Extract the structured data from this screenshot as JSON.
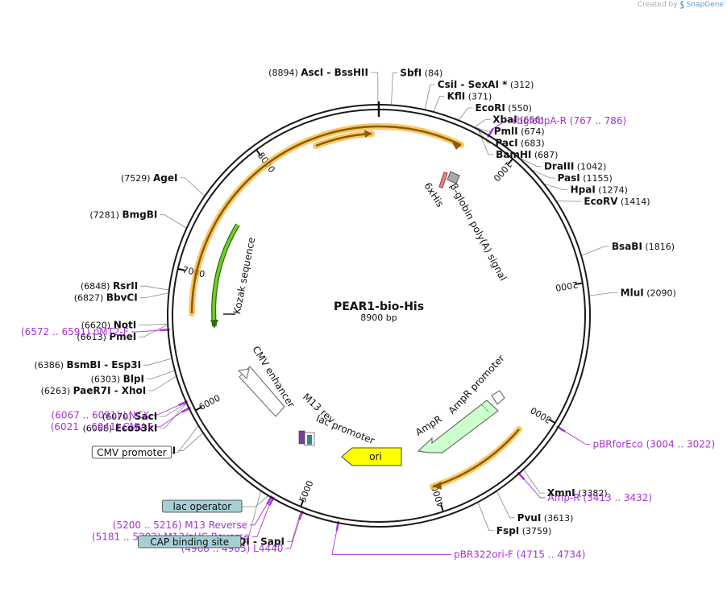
{
  "credit": {
    "prefix": "Created by",
    "brand": "SnapGene"
  },
  "plasmid": {
    "name": "PEAR1-bio-His",
    "size_label": "8900 bp",
    "length": 8900
  },
  "ticks": [
    {
      "pos": 1000,
      "label": "1000"
    },
    {
      "pos": 2000,
      "label": "2000"
    },
    {
      "pos": 3000,
      "label": "3000"
    },
    {
      "pos": 4000,
      "label": "4000"
    },
    {
      "pos": 5000,
      "label": "5000"
    },
    {
      "pos": 6000,
      "label": "6000"
    },
    {
      "pos": 7000,
      "label": "7000"
    },
    {
      "pos": 8000,
      "label": "8000"
    }
  ],
  "enzymes": [
    {
      "pos": 8894,
      "names": [
        "AscI",
        "BssHII"
      ],
      "pos_label": "(8894)",
      "side": "left"
    },
    {
      "pos": 84,
      "names": [
        "SbfI"
      ],
      "pos_label": "(84)",
      "side": "right"
    },
    {
      "pos": 312,
      "names": [
        "CsiI",
        "SexAI *"
      ],
      "pos_label": "(312)",
      "side": "right"
    },
    {
      "pos": 371,
      "names": [
        "KflI"
      ],
      "pos_label": "(371)",
      "side": "right"
    },
    {
      "pos": 550,
      "names": [
        "EcoRI"
      ],
      "pos_label": "(550)",
      "side": "right"
    },
    {
      "pos": 666,
      "names": [
        "XbaI"
      ],
      "pos_label": "(666)",
      "side": "right"
    },
    {
      "pos": 674,
      "names": [
        "PmlI"
      ],
      "pos_label": "(674)",
      "side": "right"
    },
    {
      "pos": 683,
      "names": [
        "PacI"
      ],
      "pos_label": "(683)",
      "side": "right"
    },
    {
      "pos": 687,
      "names": [
        "BamHI"
      ],
      "pos_label": "(687)",
      "side": "right"
    },
    {
      "pos": 1042,
      "names": [
        "DraIII"
      ],
      "pos_label": "(1042)",
      "side": "right"
    },
    {
      "pos": 1155,
      "names": [
        "PasI"
      ],
      "pos_label": "(1155)",
      "side": "right"
    },
    {
      "pos": 1274,
      "names": [
        "HpaI"
      ],
      "pos_label": "(1274)",
      "side": "right"
    },
    {
      "pos": 1414,
      "names": [
        "EcoRV"
      ],
      "pos_label": "(1414)",
      "side": "right"
    },
    {
      "pos": 1816,
      "names": [
        "BsaBI"
      ],
      "pos_label": "(1816)",
      "side": "right"
    },
    {
      "pos": 2090,
      "names": [
        "MluI"
      ],
      "pos_label": "(2090)",
      "side": "right"
    },
    {
      "pos": 3382,
      "names": [
        "XmnI"
      ],
      "pos_label": "(3382)",
      "side": "right"
    },
    {
      "pos": 3613,
      "names": [
        "PvuI"
      ],
      "pos_label": "(3613)",
      "side": "right"
    },
    {
      "pos": 3759,
      "names": [
        "FspI"
      ],
      "pos_label": "(3759)",
      "side": "right"
    },
    {
      "pos": 4987,
      "names": [
        "BspQI",
        "SapI"
      ],
      "pos_label": "(4987)",
      "side": "left"
    },
    {
      "pos": 5842,
      "names": [
        "SnaBI"
      ],
      "pos_label": "(5842)",
      "side": "left"
    },
    {
      "pos": 6068,
      "names": [
        "Eco53kI"
      ],
      "pos_label": "(6068)",
      "side": "left"
    },
    {
      "pos": 6070,
      "names": [
        "SacI"
      ],
      "pos_label": "(6070)",
      "side": "left"
    },
    {
      "pos": 6263,
      "names": [
        "PaeR7I",
        "XhoI"
      ],
      "pos_label": "(6263)",
      "side": "left"
    },
    {
      "pos": 6303,
      "names": [
        "BlpI"
      ],
      "pos_label": "(6303)",
      "side": "left"
    },
    {
      "pos": 6386,
      "names": [
        "BsmBI",
        "Esp3I"
      ],
      "pos_label": "(6386)",
      "side": "left"
    },
    {
      "pos": 6613,
      "names": [
        "PmeI"
      ],
      "pos_label": "(6613)",
      "side": "left"
    },
    {
      "pos": 6620,
      "names": [
        "NotI"
      ],
      "pos_label": "(6620)",
      "side": "left"
    },
    {
      "pos": 6827,
      "names": [
        "BbvCI"
      ],
      "pos_label": "(6827)",
      "side": "left"
    },
    {
      "pos": 6848,
      "names": [
        "RsrII"
      ],
      "pos_label": "(6848)",
      "side": "left"
    },
    {
      "pos": 7281,
      "names": [
        "BmgBI"
      ],
      "pos_label": "(7281)",
      "side": "left"
    },
    {
      "pos": 7529,
      "names": [
        "AgeI"
      ],
      "pos_label": "(7529)",
      "side": "left"
    }
  ],
  "primers": [
    {
      "name": "rbglobpA-R",
      "range": "(767 .. 786)",
      "pos": 776,
      "side": "right"
    },
    {
      "name": "pBRforEco",
      "range": "(3004 .. 3022)",
      "pos": 3013,
      "side": "right"
    },
    {
      "name": "Amp-R",
      "range": "(3413 .. 3432)",
      "pos": 3422,
      "side": "right"
    },
    {
      "name": "pBR322ori-F",
      "range": "(4715 .. 4734)",
      "pos": 4724,
      "side": "right"
    },
    {
      "name": "L4440",
      "range": "(4968 .. 4985)",
      "pos": 4976,
      "side": "left"
    },
    {
      "name": "M13/pUC Reverse",
      "range": "(5181 .. 5203)",
      "pos": 5192,
      "side": "left"
    },
    {
      "name": "M13 Reverse",
      "range": "(5200 .. 5216)",
      "pos": 5208,
      "side": "left"
    },
    {
      "name": "CMV-F",
      "range": "(6021 .. 6041)",
      "pos": 6031,
      "side": "left"
    },
    {
      "name": "LNCX",
      "range": "(6067 .. 6091)",
      "pos": 6079,
      "side": "left"
    },
    {
      "name": "pMT2-F",
      "range": "(6572 .. 6591)",
      "pos": 6581,
      "side": "left"
    }
  ],
  "boxed_features": [
    {
      "label": "CMV promoter",
      "fill": "#ffffff",
      "pos": 5900
    },
    {
      "label": "lac operator",
      "fill": "#a6cfd5",
      "pos": 5230
    },
    {
      "label": "CAP binding site",
      "fill": "#a6cfd5",
      "pos": 5290
    }
  ],
  "features": [
    {
      "name": "β-globin poly(A) signal",
      "color": "#999999"
    },
    {
      "name": "6xHis",
      "color": "#cc3333"
    },
    {
      "name": "Kozak sequence",
      "color": "#777777"
    },
    {
      "name": "CMV enhancer",
      "color": "#ffffff"
    },
    {
      "name": "M13 rev",
      "color": "#7b3fa0"
    },
    {
      "name": "lac promoter",
      "color": "#2e8b8b"
    },
    {
      "name": "ori",
      "color": "#ffff00"
    },
    {
      "name": "AmpR",
      "color": "#ccffcc"
    },
    {
      "name": "AmpR promoter",
      "color": "#ffffff"
    }
  ],
  "colors": {
    "orf_orange": "#f7b733",
    "orf_arrow": "#8b5a00",
    "green_arrow": "#5fb820",
    "primer_purple": "#a832d8",
    "leader_gray": "#888888",
    "backbone": "#1a1a1a"
  }
}
